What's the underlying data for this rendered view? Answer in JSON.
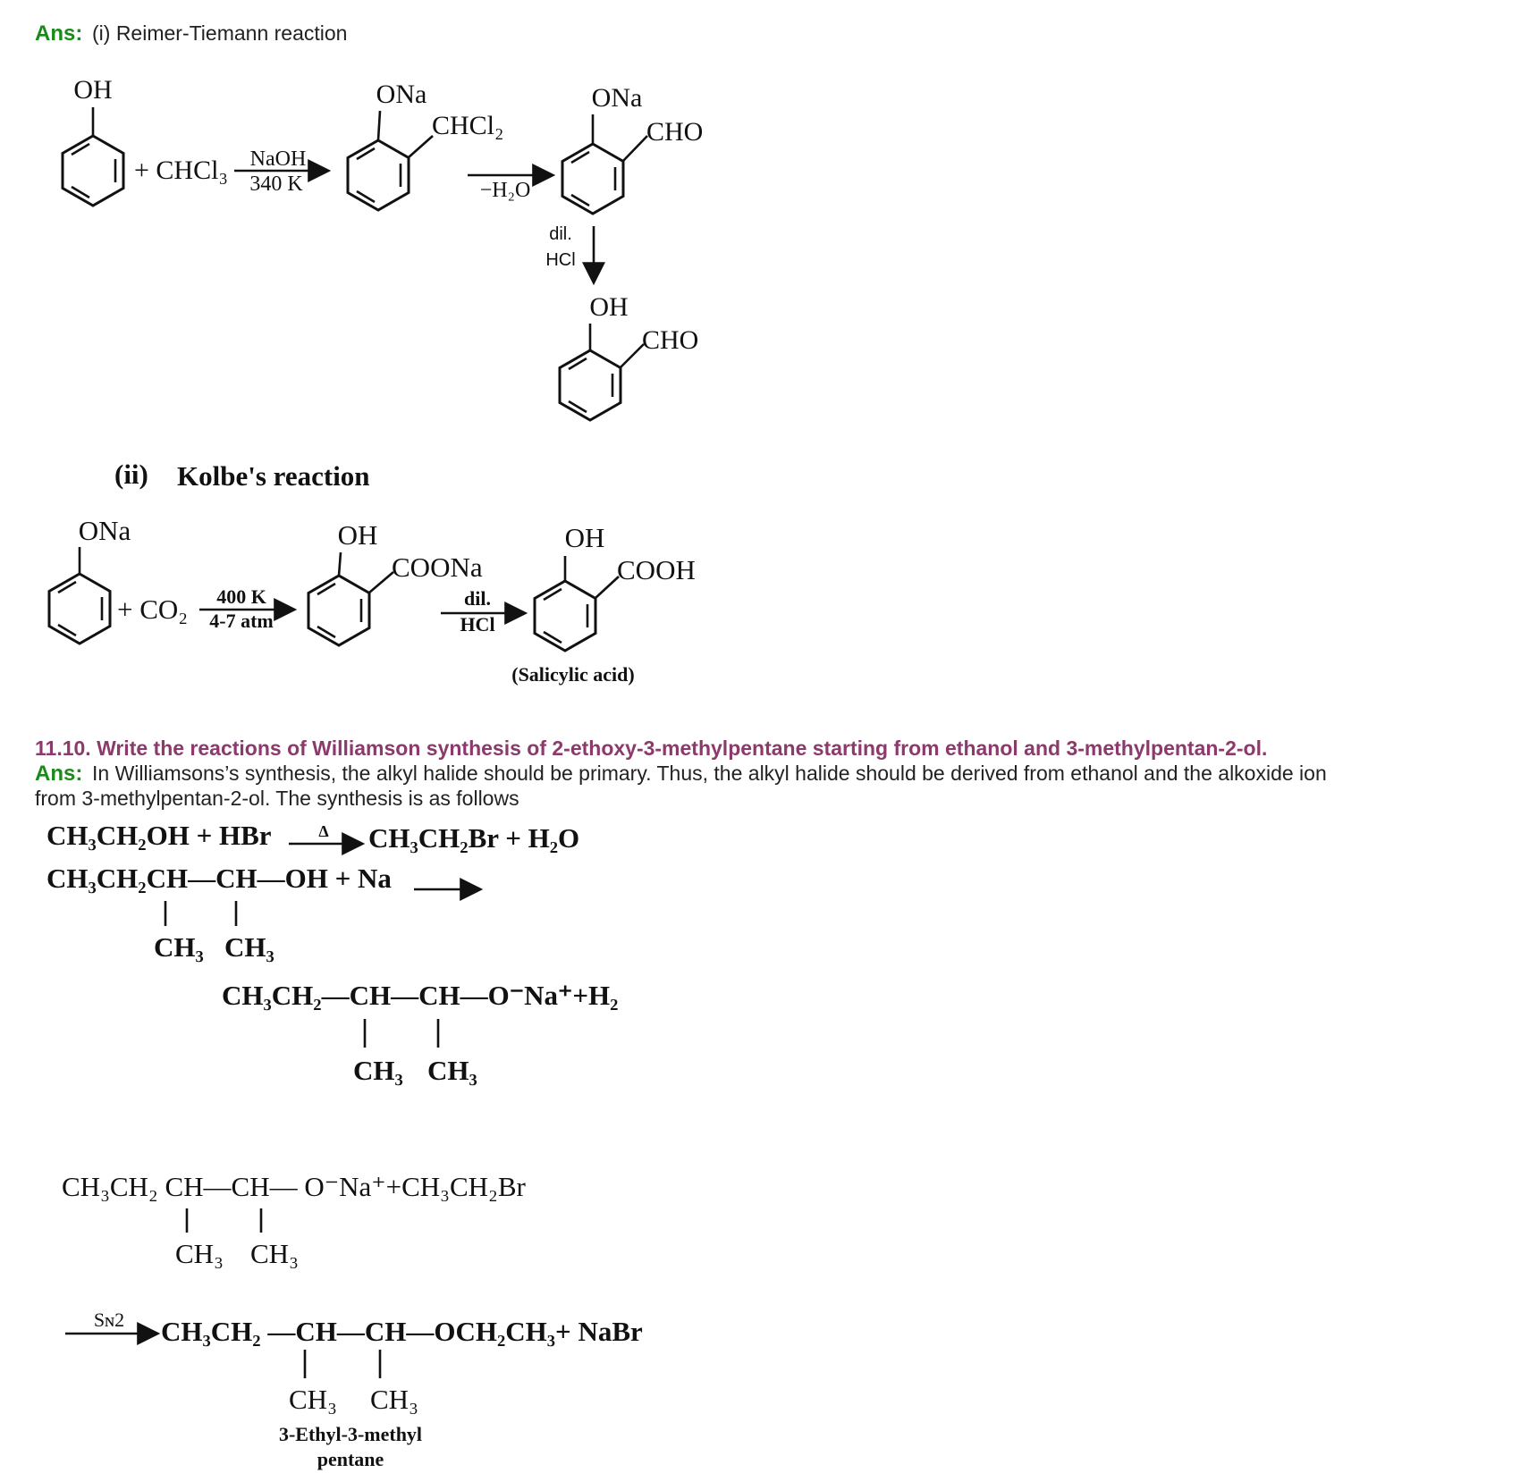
{
  "part1": {
    "ans_label": "Ans:",
    "heading": "(i) Reimer-Tiemann reaction",
    "phenol_oh": "OH",
    "plus_chcl3": "+ CHCl₃",
    "naoh": "NaOH",
    "temp": "340 K",
    "ona_1": "ONa",
    "chcl2": "CHCl₂",
    "minus_h2o": "−H₂O",
    "ona_2": "ONa",
    "cho_1": "CHO",
    "dil": "dil.",
    "hcl": "HCl",
    "oh_product": "OH",
    "cho_2": "CHO"
  },
  "part2": {
    "heading_num": "(ii)",
    "heading": "Kolbe's reaction",
    "ona": "ONa",
    "plus_co2": "+ CO₂",
    "temp": "400 K",
    "pressure": "4-7 atm",
    "oh_1": "OH",
    "coona": "COONa",
    "dil": "dil.",
    "hcl": "HCl",
    "oh_2": "OH",
    "cooh": "COOH",
    "product_name": "(Salicylic acid)"
  },
  "question": {
    "title": "11.10. Write the reactions of Williamson synthesis of 2-ethoxy-3-methylpentane starting from ethanol and 3-methylpentan-2-ol.",
    "ans_label": "Ans:",
    "answer_line1": "In Williamsons’s synthesis, the alkyl halide should be primary. Thus, the alkyl halide should be derived from ethanol and the alkoxide ion",
    "answer_line2": "from 3-methylpentan-2-ol. The synthesis is as follows"
  },
  "equations": {
    "eq1_left": "CH₃CH₂OH + HBr",
    "eq1_cond": "Δ",
    "eq1_right": "CH₃CH₂Br + H₂O",
    "eq2_left": "CH₃CH₂CH—CH—OH + Na",
    "eq2_ch3_a": "CH₃",
    "eq2_ch3_b": "CH₃",
    "eq2_product": "CH₃CH₂—CH—CH—O⁻Na⁺+H₂",
    "eq2_prod_ch3_a": "CH₃",
    "eq2_prod_ch3_b": "CH₃",
    "eq3_left": "CH₃CH₂ CH—CH— O⁻Na⁺+CH₃CH₂Br",
    "eq3_ch3_a": "CH₃",
    "eq3_ch3_b": "CH₃",
    "eq3_cond": "Sɴ2",
    "eq3_product": "CH₃CH₂ —CH—CH—OCH₂CH₃+ NaBr",
    "eq3_prod_ch3_a": "CH₃",
    "eq3_prod_ch3_b": "CH₃",
    "eq3_name_line1": "3-Ethyl-3-methyl",
    "eq3_name_line2": "pentane"
  }
}
